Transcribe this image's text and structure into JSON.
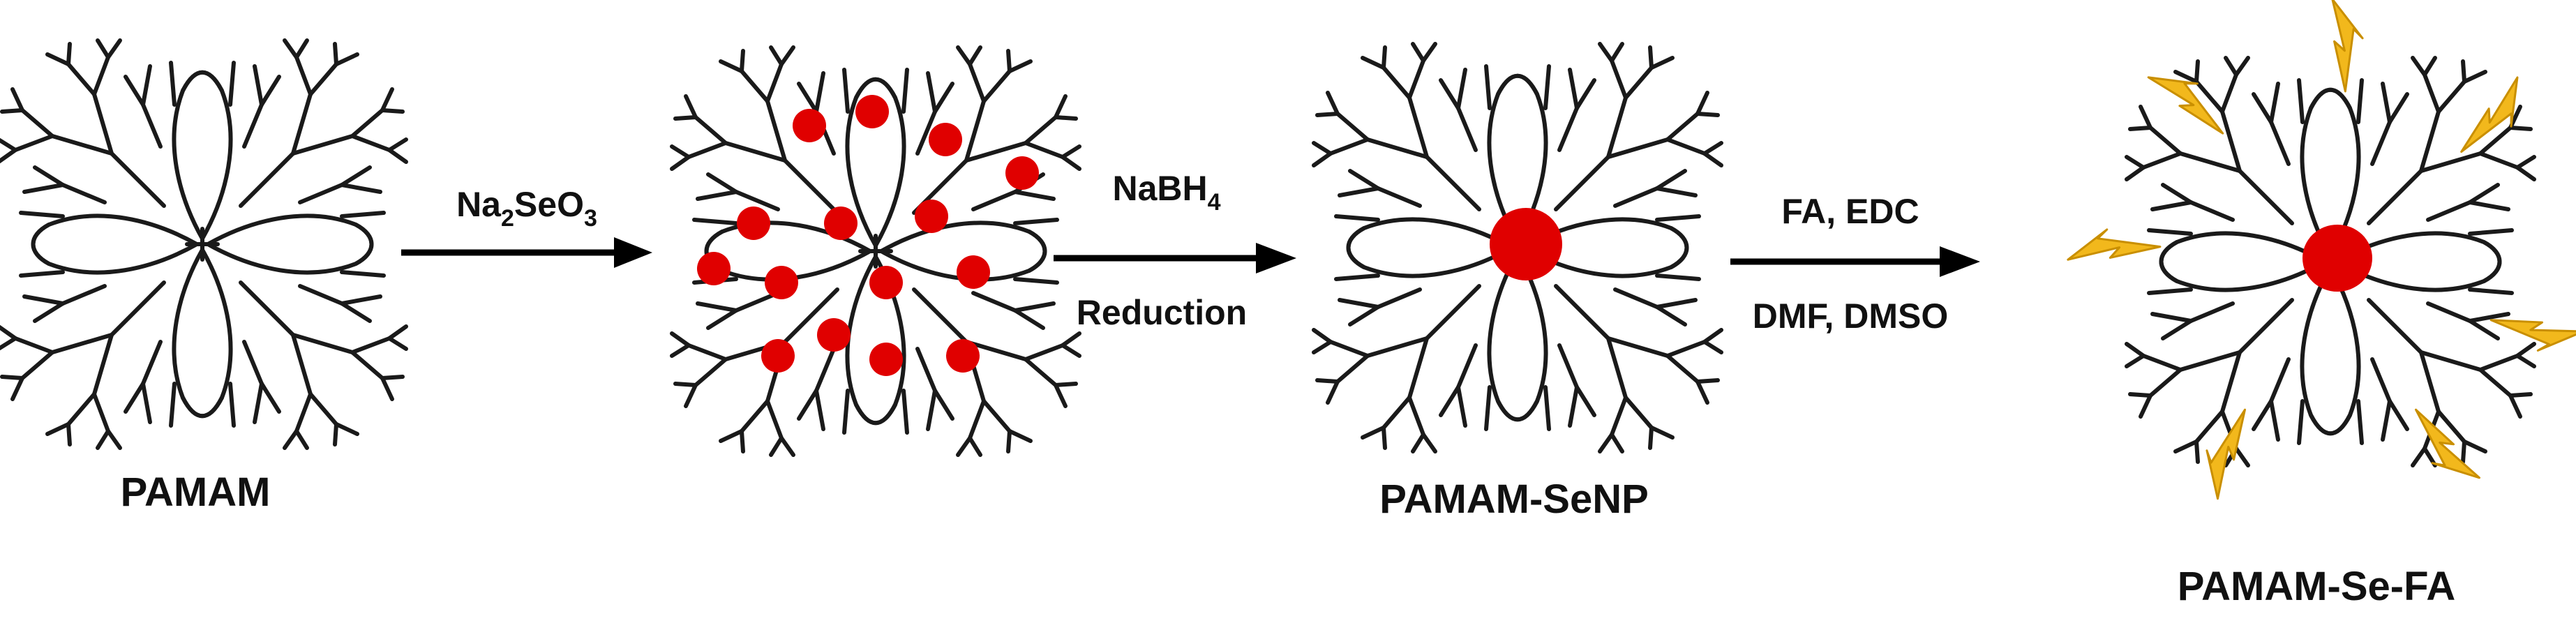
{
  "structures": [
    {
      "label": "PAMAM"
    },
    {
      "label": ""
    },
    {
      "label": "PAMAM-SeNP"
    },
    {
      "label": "PAMAM-Se-FA"
    }
  ],
  "steps": [
    {
      "above": "Na",
      "above_sub1": "2",
      "above_mid": "SeO",
      "above_sub2": "3",
      "below": ""
    },
    {
      "above": "NaBH",
      "above_sub1": "4",
      "below": "Reduction"
    },
    {
      "above": "FA, EDC",
      "below": "DMF, DMSO"
    }
  ],
  "colors": {
    "dendrimer": "#1a1a1a",
    "selenium": "#e00000",
    "folate_bolt": "#f2b81c",
    "arrow": "#000000"
  }
}
